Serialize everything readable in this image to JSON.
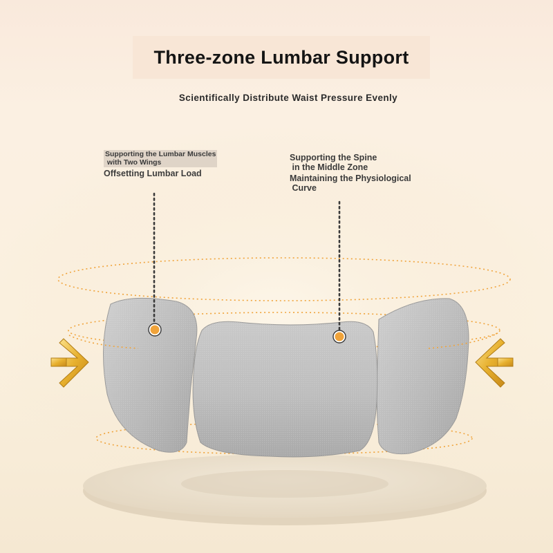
{
  "header": {
    "title": "Three-zone Lumbar Support",
    "subtitle": "Scientifically Distribute Waist Pressure Evenly"
  },
  "callouts": {
    "wings_line1": "Supporting the Lumbar Muscles",
    "wings_line2": " with Two Wings",
    "wings_line3": "Offsetting Lumbar Load",
    "spine_line1": "Supporting the Spine",
    "spine_line2": " in the Middle Zone",
    "spine_line3": "Maintaining the Physiological",
    "spine_line4": " Curve"
  },
  "colors": {
    "accent_orange": "#f0a33a",
    "pillow_gray": "#bdbcbc",
    "arrow_gold": "#e9b430",
    "base_cream": "#ede3d2"
  },
  "icons": [
    "left-arrow-icon",
    "right-arrow-icon",
    "marker-dot-icon"
  ]
}
